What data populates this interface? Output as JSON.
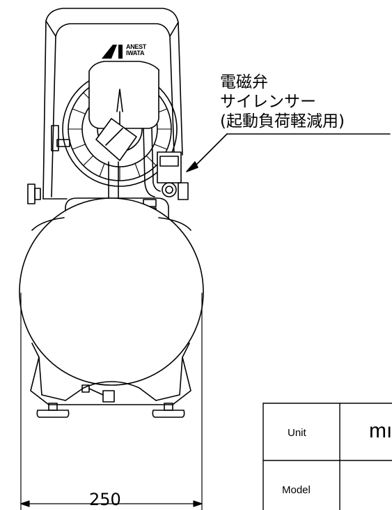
{
  "logo": {
    "brand_line1": "ANEST",
    "brand_line2": "IWATA"
  },
  "callout": {
    "line1": "電磁弁",
    "line2": "サイレンサー",
    "line3": "(起動負荷軽減用)"
  },
  "dimension": {
    "width_value": "250"
  },
  "title_block": {
    "unit_label": "Unit",
    "unit_value": "mı",
    "model_label": "Model"
  },
  "colors": {
    "line": "#000000",
    "background": "#ffffff"
  }
}
